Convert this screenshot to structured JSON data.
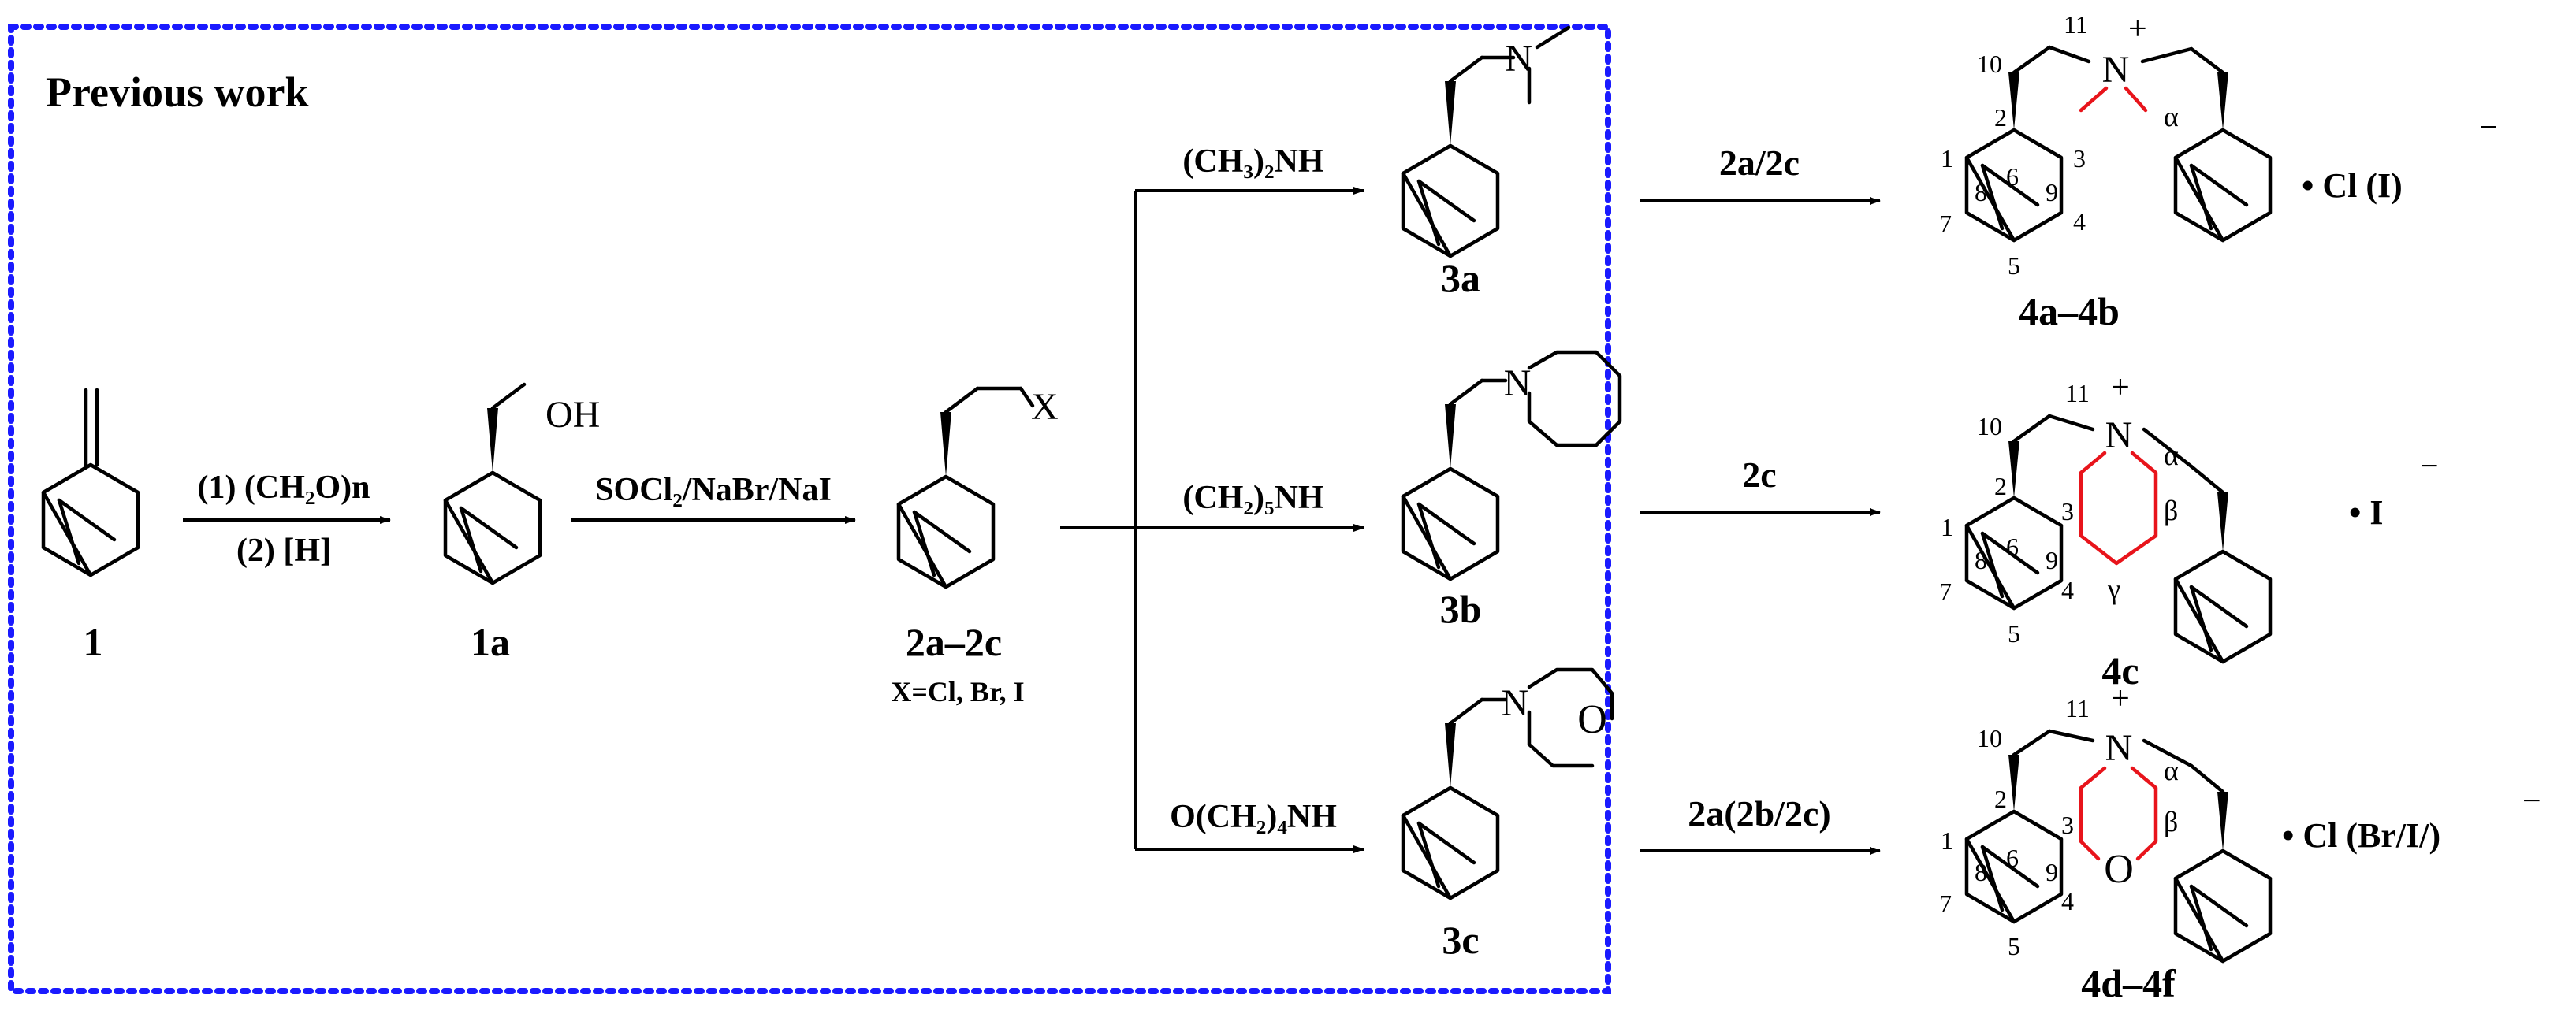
{
  "box": {
    "title": "Previous work",
    "color": "#1a1aff"
  },
  "compounds": {
    "c1": "1",
    "c1a": "1a",
    "c2": "2a–2c",
    "c2_note": "X=Cl, Br, I",
    "c3a": "3a",
    "c3b": "3b",
    "c3c": "3c",
    "c4ab": "4a–4b",
    "c4c": "4c",
    "c4df": "4d–4f"
  },
  "reagents": {
    "r1_line1": "(1) (CH₂O)n",
    "r1_line2": "(2) [H]",
    "r2": "SOCl₂/NaBr/NaI",
    "r3a": "(CH₃)₂NH",
    "r3b": "(CH₂)₅NH",
    "r3c": "O(CH₂)₄NH",
    "r4a": "2a/2c",
    "r4c": "2c",
    "r4d": "2a(2b/2c)"
  },
  "atoms": {
    "OH": "OH",
    "X": "X",
    "N": "N",
    "O": "O",
    "plus": "+",
    "minus": "−"
  },
  "counterions": {
    "c4ab": "• Cl (I)",
    "c4c": "•  I",
    "c4df": "• Cl (Br/I/)"
  },
  "numbering": {
    "n1": "1",
    "n2": "2",
    "n3": "3",
    "n4": "4",
    "n5": "5",
    "n6": "6",
    "n7": "7",
    "n8": "8",
    "n9": "9",
    "n10": "10",
    "n11": "11",
    "alpha": "α",
    "beta": "β",
    "gamma": "γ"
  },
  "colors": {
    "highlight": "#e8141b",
    "box": "#1a1aff"
  }
}
